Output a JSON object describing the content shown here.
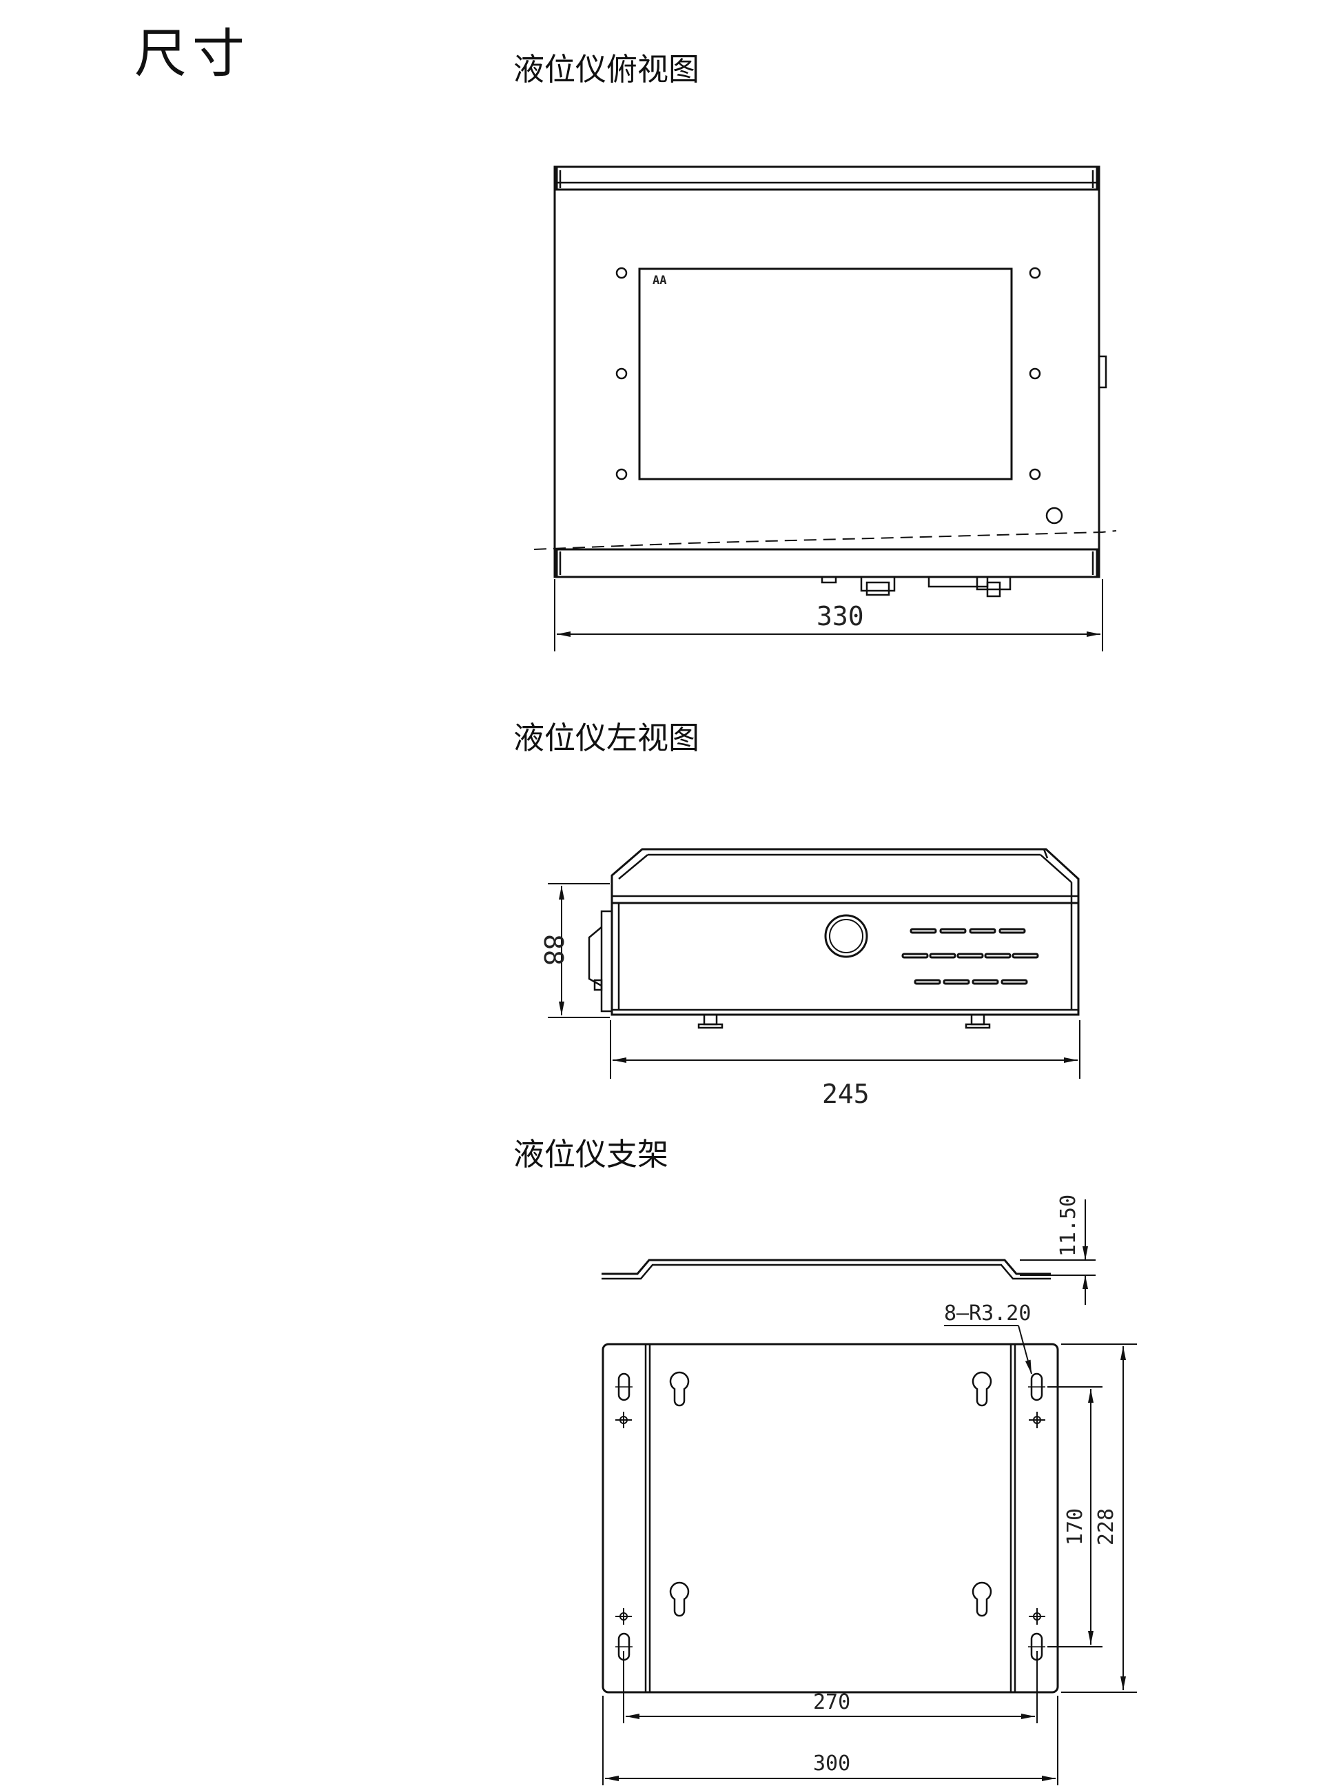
{
  "page": {
    "title": "尺寸"
  },
  "views": {
    "top": {
      "title": "液位仪俯视图",
      "width_dim": "330",
      "screen_mark": "AA"
    },
    "left": {
      "title": "液位仪左视图",
      "height_dim": "88",
      "width_dim": "245"
    },
    "bracket": {
      "title": "液位仪支架",
      "flange_dim": "11.50",
      "hole_note": "8—R3.20",
      "inner_height_dim": "170",
      "outer_height_dim": "228",
      "inner_width_dim": "270",
      "outer_width_dim": "300"
    }
  }
}
